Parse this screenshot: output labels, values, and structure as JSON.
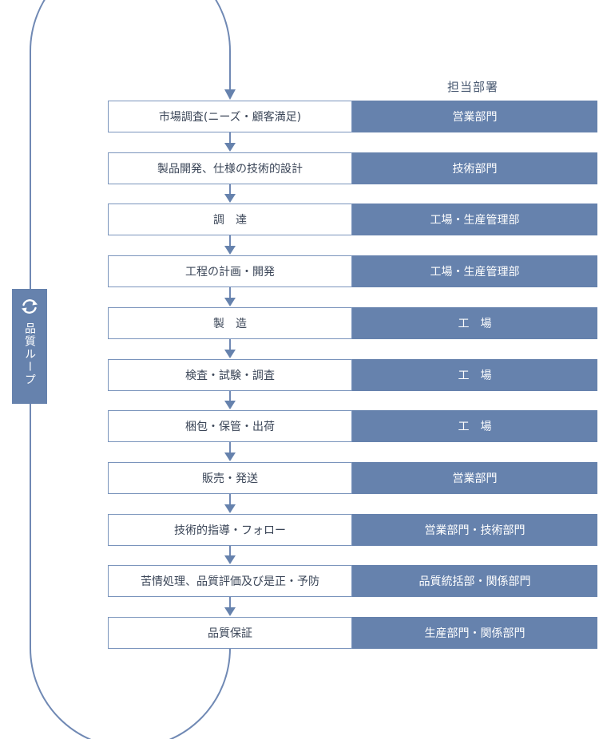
{
  "header": {
    "department_title": "担当部署"
  },
  "loop": {
    "label": "品質ループ",
    "icon": "refresh-icon"
  },
  "colors": {
    "accent": "#6682ad",
    "border": "#7a94bc",
    "line": "#7089b4"
  },
  "steps": [
    {
      "process": "市場調査(ニーズ・顧客満足)",
      "department": "営業部門"
    },
    {
      "process": "製品開発、仕様の技術的設計",
      "department": "技術部門"
    },
    {
      "process": "調　達",
      "department": "工場・生産管理部"
    },
    {
      "process": "工程の計画・開発",
      "department": "工場・生産管理部"
    },
    {
      "process": "製　造",
      "department": "工　場"
    },
    {
      "process": "検査・試験・調査",
      "department": "工　場"
    },
    {
      "process": "梱包・保管・出荷",
      "department": "工　場"
    },
    {
      "process": "販売・発送",
      "department": "営業部門"
    },
    {
      "process": "技術的指導・フォロー",
      "department": "営業部門・技術部門"
    },
    {
      "process": "苦情処理、品質評価及び是正・予防",
      "department": "品質統括部・関係部門"
    },
    {
      "process": "品質保証",
      "department": "生産部門・関係部門"
    }
  ]
}
